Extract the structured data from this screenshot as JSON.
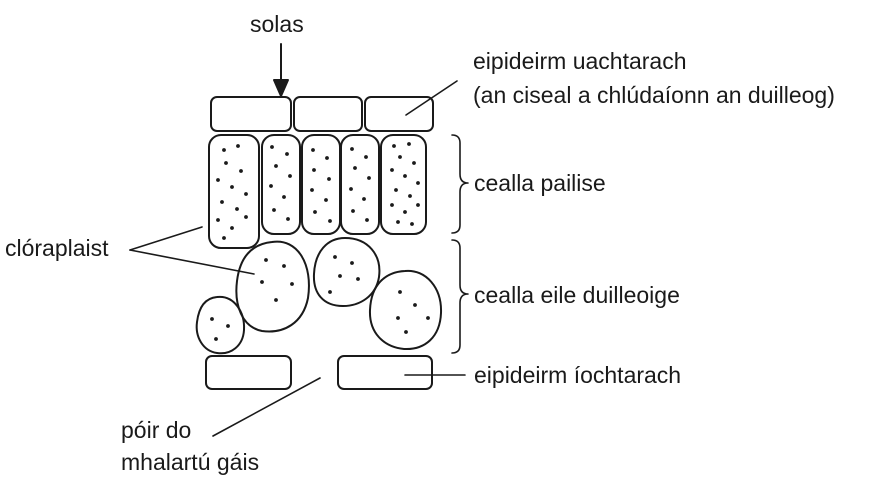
{
  "labels": {
    "light": "solas",
    "upper_epidermis_line1": "eipideirm uachtarach",
    "upper_epidermis_line2": "(an ciseal a chlúdaíonn an duilleog)",
    "palisade_cells": "cealla pailise",
    "chloroplast": "clóraplaist",
    "other_leaf_cells": "cealla eile duilleoige",
    "lower_epidermis": "eipideirm íochtarach",
    "stoma_line1": "póir do",
    "stoma_line2": "mhalartú gáis"
  }
}
